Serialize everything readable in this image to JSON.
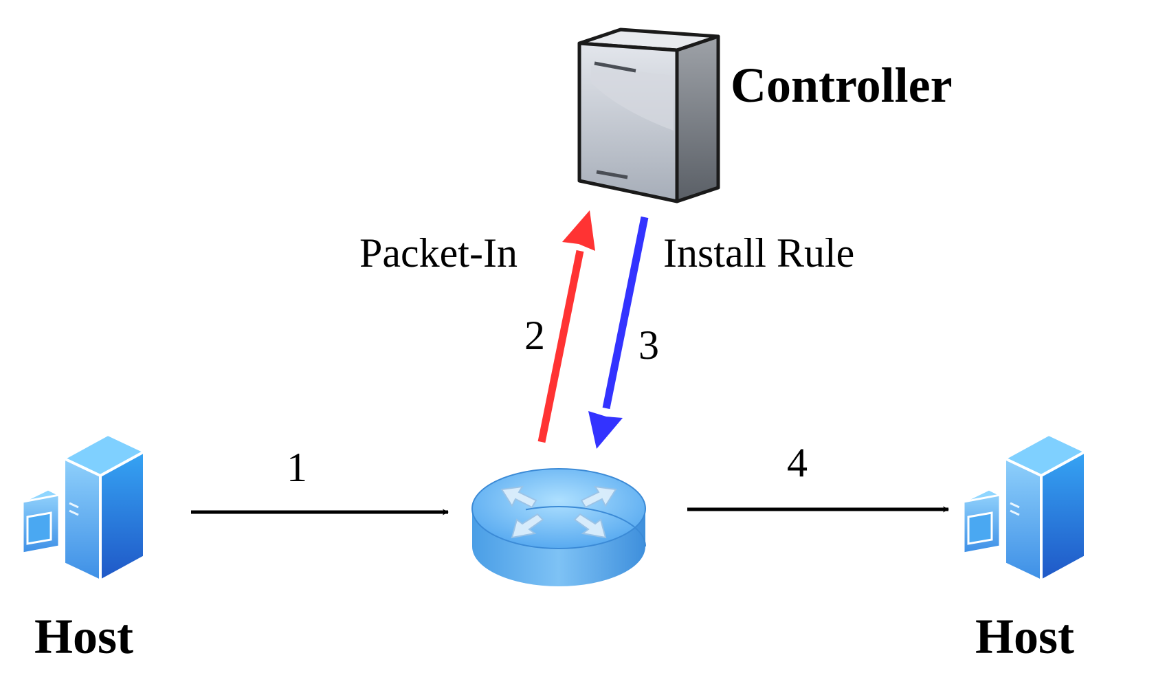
{
  "nodes": {
    "controller": {
      "label": "Controller",
      "icon": "server-tower-icon"
    },
    "switch": {
      "label": "",
      "icon": "router-icon"
    },
    "host_left": {
      "label": "Host",
      "icon": "host-computer-icon"
    },
    "host_right": {
      "label": "Host",
      "icon": "host-computer-icon"
    }
  },
  "edges": [
    {
      "id": "step-1",
      "step": "1",
      "label": "",
      "from": "host_left",
      "to": "switch",
      "color": "#000000"
    },
    {
      "id": "step-2",
      "step": "2",
      "label": "Packet-In",
      "from": "switch",
      "to": "controller",
      "color": "#ff3333"
    },
    {
      "id": "step-3",
      "step": "3",
      "label": "Install Rule",
      "from": "controller",
      "to": "switch",
      "color": "#3333ff"
    },
    {
      "id": "step-4",
      "step": "4",
      "label": "",
      "from": "switch",
      "to": "host_right",
      "color": "#000000"
    }
  ]
}
